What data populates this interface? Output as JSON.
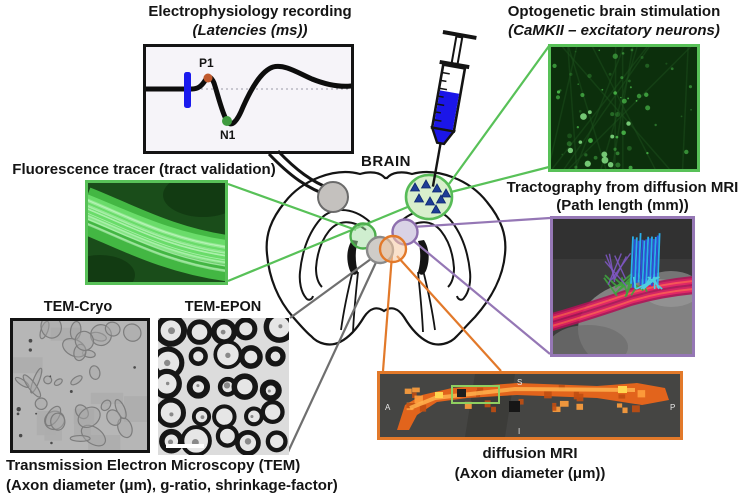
{
  "brain": {
    "label": "BRAIN"
  },
  "panels": {
    "electrophysiology": {
      "title": "Electrophysiology recording",
      "subtitle": "(Latencies (ms))",
      "p1_label": "P1",
      "n1_label": "N1"
    },
    "optogenetics": {
      "title": "Optogenetic brain stimulation",
      "subtitle": "(CaMKII – excitatory neurons)"
    },
    "fluorescence": {
      "title": "Fluorescence tracer (tract validation)"
    },
    "tractography": {
      "title": "Tractography from diffusion MRI",
      "subtitle": "(Path length (mm))"
    },
    "tem": {
      "cryo_label": "TEM-Cryo",
      "epon_label": "TEM-EPON",
      "caption_line1": "Transmission Electron Microscopy (TEM)",
      "caption_line2": "(Axon diameter (μm), g-ratio, shrinkage-factor)"
    },
    "diffusion_mri": {
      "caption_line1": "diffusion MRI",
      "caption_line2": "(Axon diameter (μm))",
      "orientation": {
        "superior": "S",
        "anterior": "A",
        "posterior": "P",
        "inferior": "I"
      }
    }
  },
  "colors": {
    "green_accent": "#58c158",
    "purple_accent": "#9577b5",
    "orange_accent": "#e2792a",
    "gray_accent": "#6f6f6f",
    "syringe_blue": "#1b16e8",
    "triangle_navy": "#1e3d96",
    "p1_dot": "#c05a2e",
    "n1_dot": "#3f9b3f",
    "stimulus_bar": "#1a1aee",
    "wave_black": "#0d0d0d"
  }
}
